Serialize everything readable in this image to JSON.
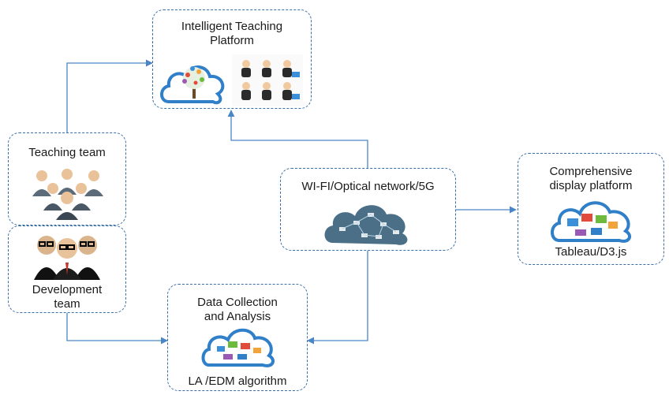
{
  "nodes": {
    "intelligent_platform": {
      "title": "Intelligent Teaching Platform",
      "icon": "cloud-tree-icon",
      "people_icon": "people-group-icon"
    },
    "teaching_team": {
      "title": "Teaching team",
      "icon": "team-people-icon"
    },
    "development_team": {
      "title": "Development team",
      "icon": "developers-icon"
    },
    "network": {
      "title": "WI-FI/Optical network/5G",
      "icon": "network-cloud-icon"
    },
    "display_platform": {
      "title": "Comprehensive display platform",
      "subtitle": "Tableau/D3.js",
      "icon": "display-cloud-icon"
    },
    "data_collection": {
      "title": "Data Collection and Analysis",
      "subtitle": "LA /EDM algorithm",
      "icon": "data-cloud-icon"
    }
  },
  "colors": {
    "border": "#3a6ea5",
    "arrow": "#4a86c5",
    "cloud": "#2f7fc9"
  }
}
